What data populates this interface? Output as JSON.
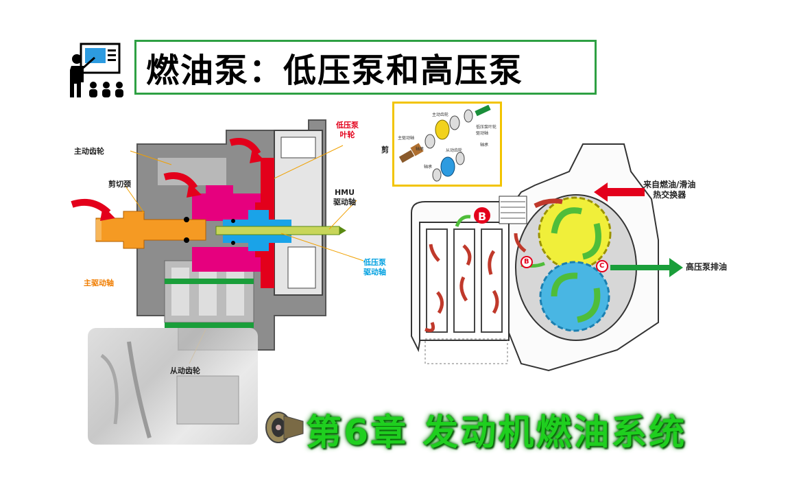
{
  "title": "燃油泵：低压泵和高压泵",
  "chapter": "第6章 发动机燃油系统",
  "left_labels": {
    "drive_gear": "主动齿轮",
    "shear_neck": "剪切颈",
    "main_drive_shaft": "主驱动轴",
    "lp_impeller": "低压泵\n叶轮",
    "shear_cut": "剪",
    "hmu_drive_shaft": "HMU\n驱动轴",
    "lp_drive_shaft": "低压泵\n驱动轴",
    "driven_gear": "从动齿轮"
  },
  "inset_labels": {
    "drive_gear": "主动齿轮",
    "lp_impeller_drive": "低压泵叶轮\n驱动轴",
    "main_drive_shaft": "主驱动轴",
    "shaft_a": "轴承",
    "driven_gear": "从动齿轮",
    "shaft_b": "轴承",
    "shaft_c": "轴承"
  },
  "right_labels": {
    "from_exchanger": "来自燃油/滑油\n热交换器",
    "hp_discharge": "高压泵排油",
    "b_large": "B",
    "b_small": "B",
    "c": "C"
  },
  "colors": {
    "title_border": "#2ea043",
    "chapter_green": "#1fcf1f",
    "magenta": "#e6007e",
    "orange": "#f59a23",
    "blue": "#1aa3e8",
    "red": "#e3001b",
    "yellow": "#f0ef3a",
    "green": "#1a9e3a",
    "inset_border": "#f2c400"
  }
}
